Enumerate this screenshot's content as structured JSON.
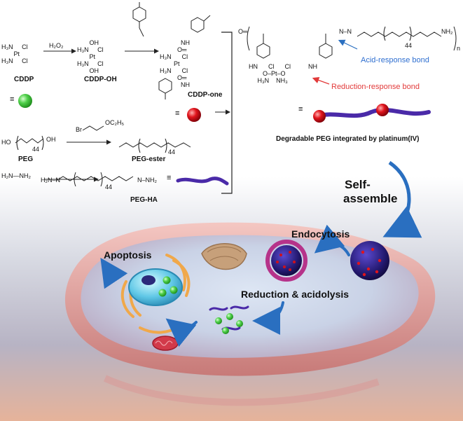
{
  "reagents": {
    "h2o2": "H₂O₂"
  },
  "compounds": {
    "cddp": "CDDP",
    "cddp_oh": "CDDP-OH",
    "cddp_one": "CDDP-one",
    "peg": "PEG",
    "peg_ester": "PEG-ester",
    "peg_ha": "PEG-HA",
    "peg_subscript": "44",
    "hydrazine": "H₂N—NH₂",
    "ethyl_group": "OC₂H₅",
    "bromo": "Br"
  },
  "polymer": {
    "title": "Degradable PEG integrated by platinum(IV)",
    "acid_bond": "Acid-response  bond",
    "reduction_bond": "Reduction-response  bond",
    "repeat_n": "n",
    "equals": "≡"
  },
  "process": {
    "self_assemble_line1": "Self-",
    "self_assemble_line2": "assemble",
    "endocytosis": "Endocytosis",
    "reduction_acidolysis": "Reduction & acidolysis",
    "apoptosis": "Apoptosis"
  },
  "colors": {
    "acid_label": "#2f6fd0",
    "reduction_label": "#e23a3a",
    "arrow_blue": "#2a6fc0",
    "pt_sphere": "#3cc63c",
    "pt_iv_sphere": "#d0101a",
    "peg_chain": "#4a2aa8"
  }
}
